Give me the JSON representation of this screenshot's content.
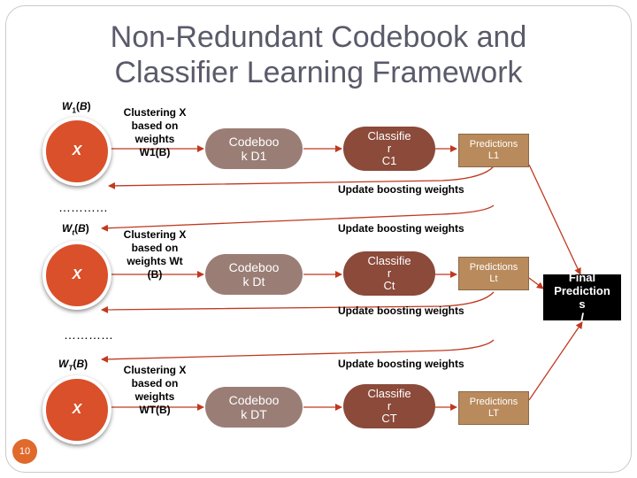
{
  "title": {
    "line1": "Non-Redundant Codebook and",
    "line2": "Classifier Learning Framework"
  },
  "rows": [
    {
      "weight_label": "W1(B)",
      "cluster": [
        "Clustering X",
        "based on",
        "weights",
        "W1(B)"
      ],
      "x": "X",
      "codebook": [
        "Codeboo",
        "k D1"
      ],
      "classifier": [
        "Classifie",
        "r",
        "C1"
      ],
      "predictions": [
        "Predictions",
        "L1"
      ]
    },
    {
      "weight_label": "Wt(B)",
      "cluster": [
        "Clustering X",
        "based on",
        "weights Wt",
        "(B)"
      ],
      "x": "X",
      "codebook": [
        "Codeboo",
        "k Dt"
      ],
      "classifier": [
        "Classifie",
        "r",
        "Ct"
      ],
      "predictions": [
        "Predictions",
        "Lt"
      ]
    },
    {
      "weight_label": "WT(B)",
      "cluster": [
        "Clustering X",
        "based on",
        "weights",
        "WT(B)"
      ],
      "x": "X",
      "codebook": [
        "Codeboo",
        "k DT"
      ],
      "classifier": [
        "Classifie",
        "r",
        "CT"
      ],
      "predictions": [
        "Predictions",
        "LT"
      ]
    }
  ],
  "update_labels": [
    "Update boosting weights",
    "Update boosting weights",
    "Update boosting weights",
    "Update boosting weights"
  ],
  "dots": [
    "…………",
    "…………"
  ],
  "final": [
    "Final",
    "Prediction",
    "s",
    "l"
  ],
  "page_number": "10",
  "colors": {
    "circle": "#d9502a",
    "codebook": "#9a7e76",
    "classifier": "#8b4a3a",
    "predictions": "#b98a5c",
    "arrow": "#c0391f",
    "title": "#5a5a6a"
  }
}
